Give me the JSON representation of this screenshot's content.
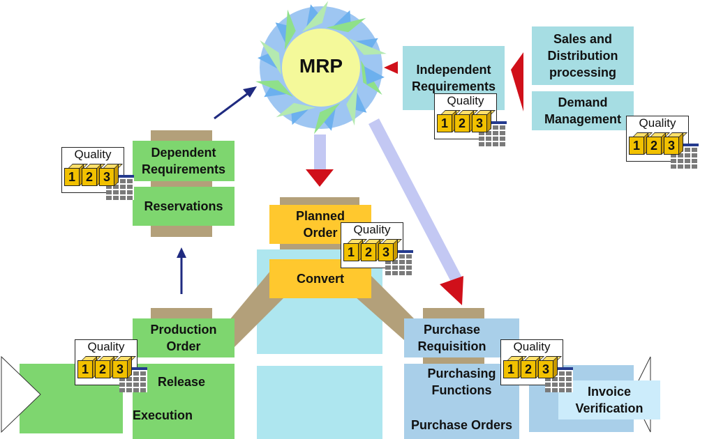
{
  "mrp": {
    "label": "MRP"
  },
  "independent": {
    "label": "Independent\nRequirements"
  },
  "sales": {
    "label": "Sales and\nDistribution\nprocessing"
  },
  "demand": {
    "label": "Demand\nManagement"
  },
  "dependent": {
    "label": "Dependent\nRequirements"
  },
  "reservations": {
    "label": "Reservations"
  },
  "planned": {
    "label": "Planned\nOrder"
  },
  "convert": {
    "label": "Convert"
  },
  "production": {
    "label": "Production\nOrder"
  },
  "release": {
    "label": "Release"
  },
  "execution": {
    "label": "Execution"
  },
  "purchase_req": {
    "label": "Purchase\nRequisition"
  },
  "purchasing_functions": {
    "label": "Purchasing\nFunctions"
  },
  "purchase_orders": {
    "label": "Purchase Orders"
  },
  "invoice": {
    "label": "Invoice\nVerification"
  },
  "quality_badge": {
    "title": "Quality",
    "digits": [
      "1",
      "2",
      "3"
    ]
  },
  "colors": {
    "green": "#7ed66f",
    "teal": "#a6dde3",
    "blue": "#a9cfe9",
    "orange": "#ffc82e",
    "tan": "#b3a07a",
    "arrow_red": "#d0101a",
    "arrow_navy": "#1f2a80",
    "arrow_lavender": "#c3c8f3"
  }
}
